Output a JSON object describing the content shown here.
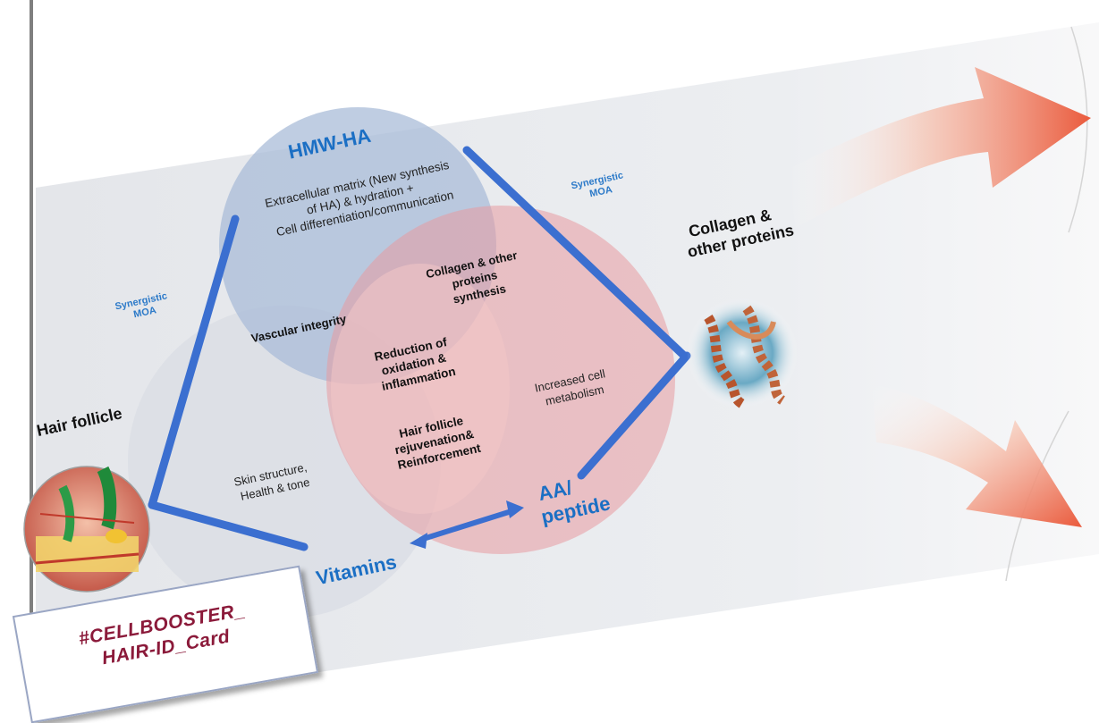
{
  "hub": {
    "label": "HMW-HA",
    "description": [
      "Extracellular matrix (New synthesis",
      "of HA) & hydration +",
      "Cell differentiation/communication"
    ]
  },
  "vitamins": {
    "label": "Vitamins",
    "description": [
      "Skin structure,",
      "Health & tone"
    ]
  },
  "peptide": {
    "label": [
      "AA/",
      "peptide"
    ],
    "description": [
      "Increased cell",
      "metabolism"
    ]
  },
  "overlaps": {
    "ha_vitamins": "Vascular integrity",
    "ha_peptide": [
      "Collagen & other",
      "proteins",
      "synthesis"
    ],
    "center_top": [
      "Reduction of",
      "oxidation &",
      "inflammation"
    ],
    "center_bottom": [
      "Hair follicle",
      "rejuvenation&",
      "Reinforcement"
    ]
  },
  "synergy_left": [
    "Synergistic",
    "MOA"
  ],
  "synergy_right": [
    "Synergistic",
    "MOA"
  ],
  "hair_follicle": "Hair follicle",
  "collagen": [
    "Collagen &",
    "other proteins"
  ],
  "card": [
    "#CELLBOOSTER_",
    "HAIR-ID_Card"
  ],
  "colors": {
    "ha_circle": "#a9bcd8",
    "peptide_circle": "#e79aa0",
    "vitamins_circle": "#dcdfe6",
    "connector": "#3b6fd0",
    "arrow": "#ea5a3c",
    "card_text": "#8b1a3a"
  }
}
